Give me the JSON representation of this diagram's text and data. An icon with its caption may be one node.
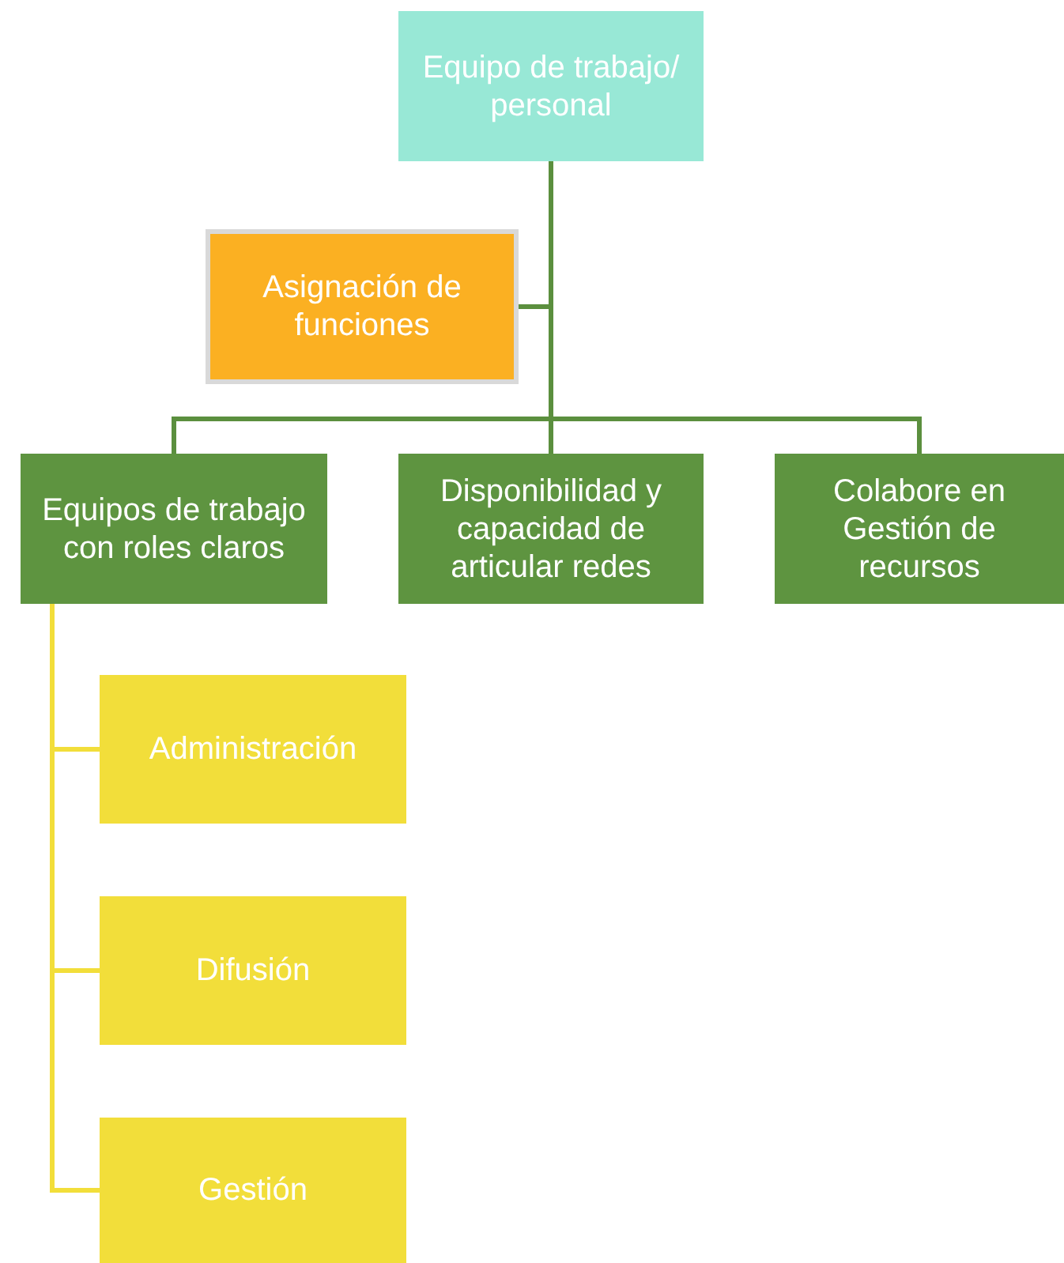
{
  "diagram": {
    "nodes": [
      {
        "text": [
          "Equipo de trabajo/ personal"
        ]
      },
      {
        "text": [
          "Asignación de funciones"
        ]
      },
      {
        "text": [
          "Equipos de trabajo con roles claros"
        ]
      },
      {
        "text": [
          "Disponibilidad y capacidad de articular redes"
        ]
      },
      {
        "text": [
          "Colabore en Gestión de recursos"
        ]
      },
      {
        "text": [
          "Administración"
        ]
      },
      {
        "text": [
          "Difusión"
        ]
      },
      {
        "text": [
          "Gestión"
        ]
      }
    ],
    "edges": [
      {
        "from": 0,
        "to": 1,
        "arrow": "none"
      },
      {
        "from": 0,
        "to": 2,
        "arrow": "none"
      },
      {
        "from": 0,
        "to": 3,
        "arrow": "none"
      },
      {
        "from": 0,
        "to": 4,
        "arrow": "none"
      },
      {
        "from": 2,
        "to": 5,
        "arrow": "none",
        "color": "#f2de3a"
      },
      {
        "from": 2,
        "to": 6,
        "arrow": "none",
        "color": "#f2de3a"
      },
      {
        "from": 2,
        "to": 7,
        "arrow": "none",
        "color": "#f2de3a"
      }
    ]
  }
}
